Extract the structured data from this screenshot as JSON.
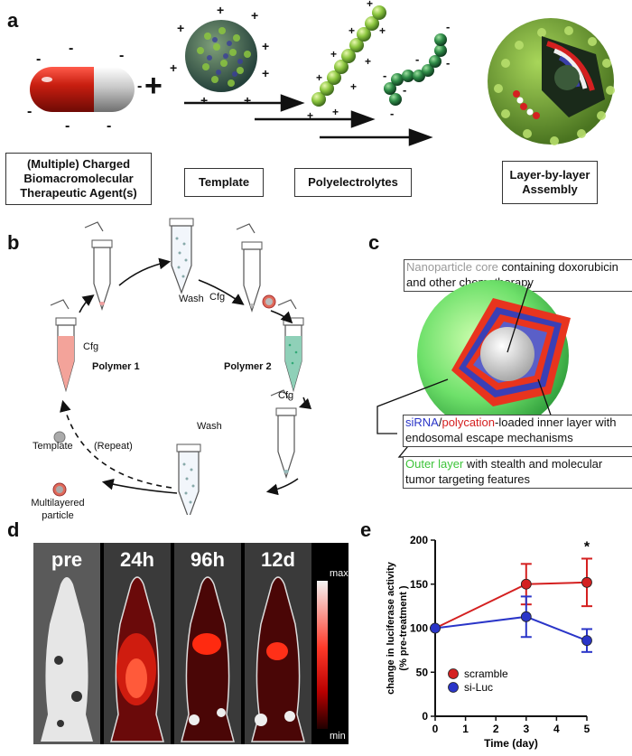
{
  "panels": {
    "a": {
      "label": "a",
      "boxes": {
        "agent": "(Multiple) Charged Biomacromolecular Therapeutic Agent(s)",
        "template": "Template",
        "polyelectrolytes": "Polyelectrolytes",
        "assembly": "Layer-by-layer Assembly"
      },
      "plus_sign": "+",
      "charge_plus": "+",
      "charge_minus": "-"
    },
    "b": {
      "label": "b",
      "wash_top": "Wash",
      "wash_bottom": "Wash",
      "cfg": "Cfg",
      "polymer1": "Polymer 1",
      "polymer2": "Polymer 2",
      "template": "Template",
      "repeat": "(Repeat)",
      "multilayered": "Multilayered particle"
    },
    "c": {
      "label": "c",
      "core_colored": "Nanoparticle core",
      "core_rest": " containing doxorubicin and other chemotherapy",
      "sirna": "siRNA",
      "slash": "/",
      "polycation": "polycation",
      "inner_rest": "-loaded inner layer with endosomal escape mechanisms",
      "outer_colored": "Outer layer",
      "outer_rest": " with stealth and molecular tumor targeting features"
    },
    "d": {
      "label": "d",
      "timepoints": [
        "pre",
        "24h",
        "96h",
        "12d"
      ],
      "scale_max": "max",
      "scale_min": "min"
    }
  },
  "colors": {
    "red": "#d42020",
    "blue": "#2a35c8",
    "green": "#5fd35a",
    "grey_core": "#999999",
    "ball_green": "#8cc63f"
  },
  "chart_data": {
    "panel_label": "e",
    "type": "line",
    "ylabel": "change in luciferase activity (% pre-treatment )",
    "xlabel": "Time (day)",
    "xlim": [
      0,
      5
    ],
    "ylim": [
      0,
      200
    ],
    "xticks": [
      0,
      1,
      2,
      3,
      4,
      5
    ],
    "yticks": [
      0,
      50,
      100,
      150,
      200
    ],
    "annotation": "*",
    "series": [
      {
        "name": "scramble",
        "color": "#d42020",
        "x": [
          0,
          3,
          5
        ],
        "y": [
          100,
          150,
          152
        ],
        "err": [
          0,
          23,
          27
        ]
      },
      {
        "name": "si-Luc",
        "color": "#2a35c8",
        "x": [
          0,
          3,
          5
        ],
        "y": [
          100,
          113,
          86
        ],
        "err": [
          0,
          23,
          13
        ]
      }
    ]
  }
}
